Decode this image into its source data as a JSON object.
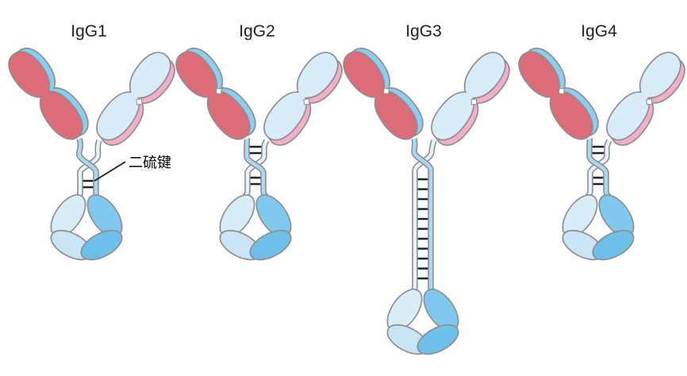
{
  "figure": {
    "panels": [
      {
        "label": "IgG1",
        "hinge_disulfide_rungs": 2
      },
      {
        "label": "IgG2",
        "hinge_disulfide_rungs": 4
      },
      {
        "label": "IgG3",
        "hinge_disulfide_rungs": 11
      },
      {
        "label": "IgG4",
        "hinge_disulfide_rungs": 4
      }
    ],
    "annotation": {
      "label": "二硫键",
      "points_to": "IgG1-hinge-disulfide-bonds"
    },
    "colors": {
      "light_chain_red": "#dc6d78",
      "heavy_chain_blue": "#8bcef1",
      "light_chain_pink": "#f4aeca",
      "heavy_chain_pale_blue": "#d7ebf9",
      "strand_left": "#aad9f3",
      "strand_right": "#e7f3fb",
      "fc_upper_light": "#d9edf9",
      "fc_upper_medium": "#7fc8ef",
      "fc_lower_light": "#c9e5f5",
      "fc_lower_medium": "#6dc0ea",
      "outline": "#8e8e8e",
      "bond": "#222222",
      "text": "#1f1f1f"
    }
  }
}
